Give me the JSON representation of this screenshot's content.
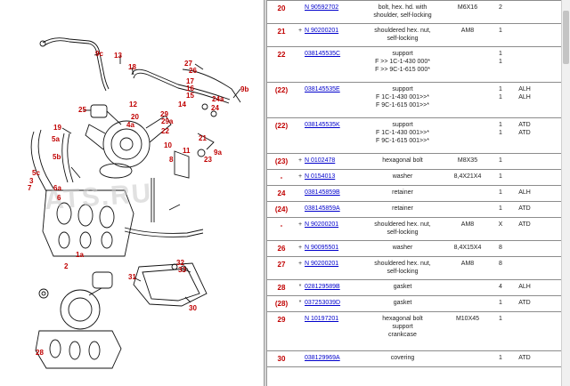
{
  "diagram": {
    "watermark": "ATS.RU",
    "callouts": [
      {
        "id": "9c",
        "label": "9c"
      },
      {
        "id": "13",
        "label": "13"
      },
      {
        "id": "18",
        "label": "18"
      },
      {
        "id": "27",
        "label": "27"
      },
      {
        "id": "26",
        "label": "26"
      },
      {
        "id": "17",
        "label": "17"
      },
      {
        "id": "16",
        "label": "16"
      },
      {
        "id": "15",
        "label": "15"
      },
      {
        "id": "14",
        "label": "14"
      },
      {
        "id": "9b",
        "label": "9b"
      },
      {
        "id": "24a",
        "label": "24a"
      },
      {
        "id": "24",
        "label": "24"
      },
      {
        "id": "25",
        "label": "25"
      },
      {
        "id": "12",
        "label": "12"
      },
      {
        "id": "20",
        "label": "20"
      },
      {
        "id": "29a",
        "label": "29a"
      },
      {
        "id": "29",
        "label": "29"
      },
      {
        "id": "22",
        "label": "22"
      },
      {
        "id": "19",
        "label": "19"
      },
      {
        "id": "5a",
        "label": "5a"
      },
      {
        "id": "9a",
        "label": "9a"
      },
      {
        "id": "5b",
        "label": "5b"
      },
      {
        "id": "5c",
        "label": "5c"
      },
      {
        "id": "3",
        "label": "3"
      },
      {
        "id": "6a",
        "label": "6a"
      },
      {
        "id": "6",
        "label": "6"
      },
      {
        "id": "7",
        "label": "7"
      },
      {
        "id": "4a",
        "label": "4a"
      },
      {
        "id": "21",
        "label": "21"
      },
      {
        "id": "10",
        "label": "10"
      },
      {
        "id": "8",
        "label": "8"
      },
      {
        "id": "11",
        "label": "11"
      },
      {
        "id": "23",
        "label": "23"
      },
      {
        "id": "1a",
        "label": "1a"
      },
      {
        "id": "2",
        "label": "2"
      },
      {
        "id": "32",
        "label": "32"
      },
      {
        "id": "33",
        "label": "33"
      },
      {
        "id": "31",
        "label": "31"
      },
      {
        "id": "30",
        "label": "30"
      },
      {
        "id": "28",
        "label": "28"
      }
    ]
  },
  "parts": [
    {
      "pos": "20",
      "mark": "",
      "number": "N 90592702",
      "name": [
        "bolt, hex. hd. with",
        "shoulder, self-locking"
      ],
      "spec": "M6X16",
      "qty": [
        "2"
      ],
      "note": []
    },
    {
      "pos": "21",
      "mark": "+",
      "number": "N 90200201",
      "name": [
        "shouldered hex. nut,",
        "self-locking"
      ],
      "spec": "AM8",
      "qty": [
        "1"
      ],
      "note": []
    },
    {
      "pos": "22",
      "mark": "",
      "number": "038145535C",
      "name": [
        "support",
        "F >> 1C-1-430 000*",
        "F >> 9C-1-615 000*"
      ],
      "spec": "",
      "qty": [
        "",
        "1",
        "1"
      ],
      "note": []
    },
    {
      "pos": "(22)",
      "mark": "",
      "number": "038145535E",
      "name": [
        "support",
        "F 1C-1-430 001>>*",
        "F 9C-1-615 001>>*"
      ],
      "spec": "",
      "qty": [
        "",
        "1",
        "1"
      ],
      "note": [
        "",
        "ALH",
        "ALH"
      ]
    },
    {
      "pos": "(22)",
      "mark": "",
      "number": "038145535K",
      "name": [
        "support",
        "F 1C-1-430 001>>*",
        "F 9C-1-615 001>>*"
      ],
      "spec": "",
      "qty": [
        "",
        "1",
        "1"
      ],
      "note": [
        "",
        "ATD",
        "ATD"
      ]
    },
    {
      "pos": "(23)",
      "mark": "+",
      "number": "N 0102478",
      "name": [
        "hexagonal bolt"
      ],
      "spec": "M8X35",
      "qty": [
        "1"
      ],
      "note": []
    },
    {
      "pos": "-",
      "mark": "+",
      "number": "N 0154013",
      "name": [
        "washer"
      ],
      "spec": "8,4X21X4",
      "qty": [
        "1"
      ],
      "note": []
    },
    {
      "pos": "24",
      "mark": "",
      "number": "038145859B",
      "name": [
        "retainer"
      ],
      "spec": "",
      "qty": [
        "1"
      ],
      "note": [
        "ALH"
      ]
    },
    {
      "pos": "(24)",
      "mark": "",
      "number": "038145859A",
      "name": [
        "retainer"
      ],
      "spec": "",
      "qty": [
        "1"
      ],
      "note": [
        "ATD"
      ]
    },
    {
      "pos": "-",
      "mark": "+",
      "number": "N 90200201",
      "name": [
        "shouldered hex. nut,",
        "self-locking"
      ],
      "spec": "AM8",
      "qty": [
        "X"
      ],
      "note": [
        "ATD"
      ]
    },
    {
      "pos": "26",
      "mark": "+",
      "number": "N 90095501",
      "name": [
        "washer"
      ],
      "spec": "8,4X15X4",
      "qty": [
        "8"
      ],
      "note": []
    },
    {
      "pos": "27",
      "mark": "+",
      "number": "N 90200201",
      "name": [
        "shouldered hex. nut,",
        "self-locking"
      ],
      "spec": "AM8",
      "qty": [
        "8"
      ],
      "note": []
    },
    {
      "pos": "28",
      "mark": "*",
      "number": "028129589B",
      "name": [
        "gasket"
      ],
      "spec": "",
      "qty": [
        "4"
      ],
      "note": [
        "ALH"
      ]
    },
    {
      "pos": "(28)",
      "mark": "*",
      "number": "037253039D",
      "name": [
        "gasket"
      ],
      "spec": "",
      "qty": [
        "1"
      ],
      "note": [
        "ATD"
      ]
    },
    {
      "pos": "29",
      "mark": "",
      "number": "N 10197201",
      "name": [
        "hexagonal bolt",
        "support",
        "crankcase"
      ],
      "spec": "M10X45",
      "qty": [
        "1"
      ],
      "note": []
    },
    {
      "pos": "30",
      "mark": "",
      "number": "038129969A",
      "name": [
        "covering"
      ],
      "spec": "",
      "qty": [
        "1"
      ],
      "note": [
        "ATD"
      ]
    }
  ]
}
